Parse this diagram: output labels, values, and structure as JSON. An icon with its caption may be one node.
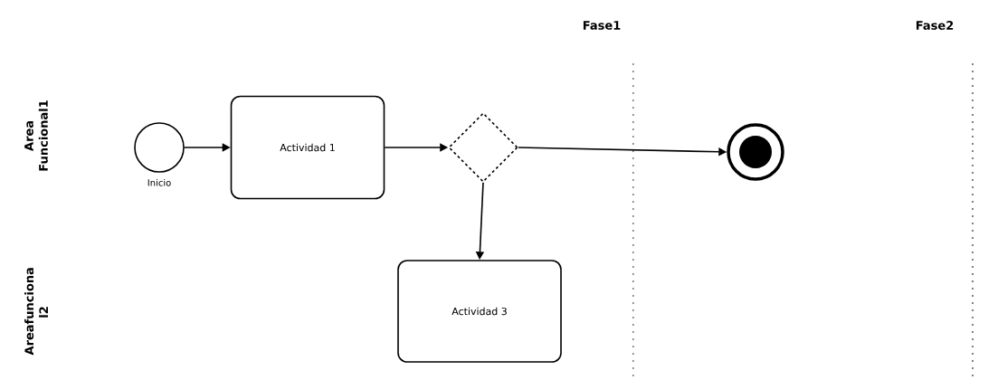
{
  "diagram": {
    "nodes": [
      {
        "text": [],
        "shape": "circle",
        "beside": [
          "Inicio"
        ]
      },
      {
        "text": [
          "Actividad 1"
        ]
      },
      {
        "text": [],
        "shape": "diamond"
      },
      {
        "text": [],
        "shape": "circle"
      },
      {
        "text": [
          "Actividad 3"
        ]
      }
    ],
    "edges": [
      {
        "from": 0,
        "to": 1,
        "arrow": "to"
      },
      {
        "from": 1,
        "to": 2,
        "arrow": "to"
      },
      {
        "from": 2,
        "to": 3,
        "arrow": "to"
      },
      {
        "from": 2,
        "to": 4,
        "arrow": "to"
      }
    ],
    "labels": [
      "Fase1",
      "Fase2",
      "Area Funcional1",
      "Areafunciona l2"
    ]
  }
}
